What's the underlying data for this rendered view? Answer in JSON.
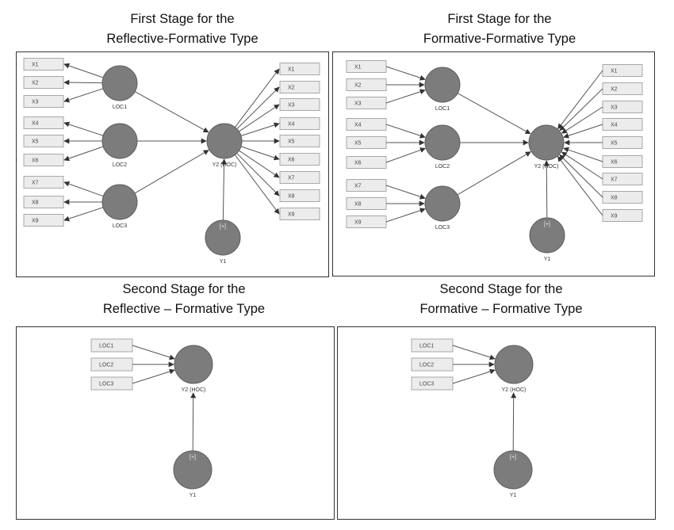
{
  "titles": {
    "p1": {
      "line1": "First Stage for the",
      "line2": "Reflective-Formative Type"
    },
    "p2": {
      "line1": "First Stage for the",
      "line2": "Formative-Formative Type"
    },
    "p3": {
      "line1": "Second Stage for the",
      "line2": "Reflective – Formative Type"
    },
    "p4": {
      "line1": "Second Stage for the",
      "line2": "Formative – Formative Type"
    }
  },
  "stage1": {
    "loc_indicators": [
      [
        "X1",
        "X2",
        "X3"
      ],
      [
        "X4",
        "X5",
        "X6"
      ],
      [
        "X7",
        "X8",
        "X9"
      ]
    ],
    "loc_nodes": [
      "LOC1",
      "LOC2",
      "LOC3"
    ],
    "hoc_node": "Y2 (HOC)",
    "hoc_indicators": [
      "X1",
      "X2",
      "X3",
      "X4",
      "X5",
      "X6",
      "X7",
      "X8",
      "X9"
    ],
    "exo_node": "Y1",
    "exo_marker": "[+]"
  },
  "stage2": {
    "indicators": [
      "LOC1",
      "LOC2",
      "LOC3"
    ],
    "hoc_node": "Y2 (HOC)",
    "exo_node": "Y1",
    "exo_marker": "[+]"
  },
  "colors": {
    "node_fill": "#7c7c7c",
    "box_fill": "#ececec",
    "edge": "#555555"
  }
}
